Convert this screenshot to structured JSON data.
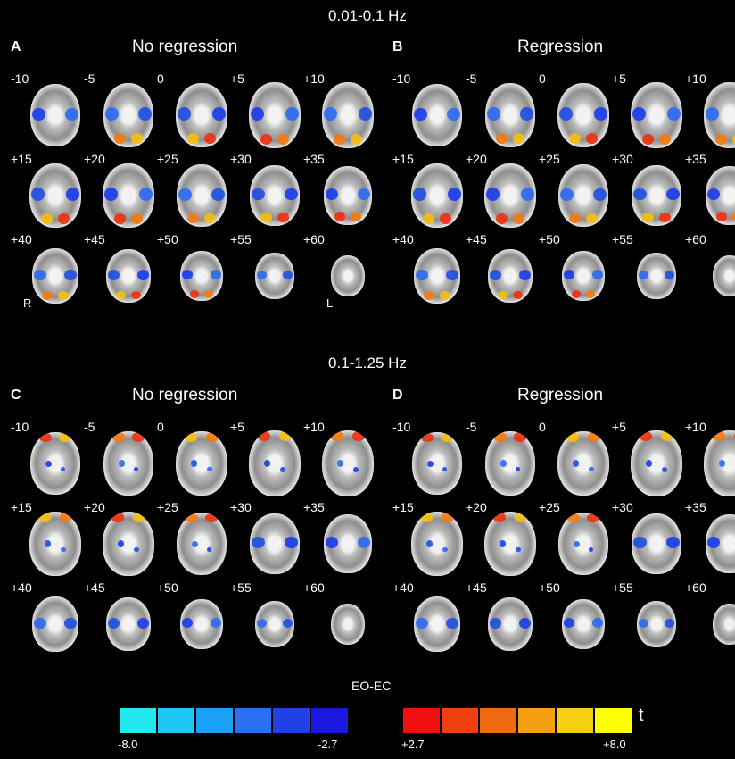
{
  "sections": [
    {
      "title": "0.01-0.1 Hz"
    },
    {
      "title": "0.1-1.25 Hz"
    }
  ],
  "panels": [
    {
      "letter": "A",
      "title": "No regression"
    },
    {
      "letter": "B",
      "title": "Regression"
    },
    {
      "letter": "C",
      "title": "No regression"
    },
    {
      "letter": "D",
      "title": "Regression"
    }
  ],
  "slices": [
    "-10",
    "-5",
    "0",
    "+5",
    "+10",
    "+15",
    "+20",
    "+25",
    "+30",
    "+35",
    "+40",
    "+45",
    "+50",
    "+55",
    "+60"
  ],
  "orientation": {
    "right": "R",
    "left": "L"
  },
  "legend": {
    "title": "EO-EC",
    "neg_min": "-8.0",
    "neg_max": "-2.7",
    "pos_min": "+2.7",
    "pos_max": "+8.0",
    "unit": "t",
    "neg_colors": [
      "#22e8f0",
      "#1ec8f5",
      "#1aa0f5",
      "#2a70f0",
      "#2040e8",
      "#1818e0"
    ],
    "pos_colors": [
      "#f01010",
      "#f04010",
      "#f06a10",
      "#f5a010",
      "#f5cf10",
      "#ffff00"
    ]
  }
}
